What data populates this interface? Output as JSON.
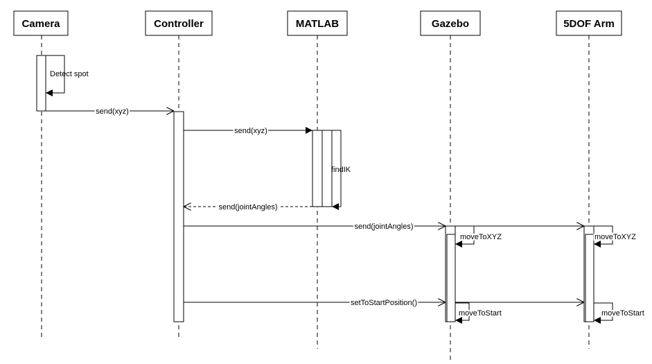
{
  "participants": [
    {
      "id": "camera",
      "label": "Camera"
    },
    {
      "id": "controller",
      "label": "Controller"
    },
    {
      "id": "matlab",
      "label": "MATLAB"
    },
    {
      "id": "gazebo",
      "label": "Gazebo"
    },
    {
      "id": "arm",
      "label": "5DOF Arm"
    }
  ],
  "messages": [
    {
      "id": "detect",
      "from": "camera",
      "to": "camera",
      "label": "Detect spot",
      "kind": "self"
    },
    {
      "id": "send-xyz-1",
      "from": "camera",
      "to": "controller",
      "label": "send(xyz)",
      "kind": "async"
    },
    {
      "id": "send-xyz-2",
      "from": "controller",
      "to": "matlab",
      "label": "send(xyz)",
      "kind": "sync"
    },
    {
      "id": "findik",
      "from": "matlab",
      "to": "matlab",
      "label": "findIK",
      "kind": "self"
    },
    {
      "id": "send-joint-1",
      "from": "matlab",
      "to": "controller",
      "label": "send(jointAngles)",
      "kind": "return"
    },
    {
      "id": "send-joint-2",
      "from": "controller",
      "to": "arm",
      "label": "send(jointAngles)",
      "kind": "async"
    },
    {
      "id": "move-xyz-gazebo",
      "from": "gazebo",
      "to": "gazebo",
      "label": "moveToXYZ",
      "kind": "self"
    },
    {
      "id": "move-xyz-arm",
      "from": "arm",
      "to": "arm",
      "label": "moveToXYZ",
      "kind": "self"
    },
    {
      "id": "set-start",
      "from": "controller",
      "to": "arm",
      "label": "setToStartPosition()",
      "kind": "async"
    },
    {
      "id": "move-start-gazebo",
      "from": "gazebo",
      "to": "gazebo",
      "label": "moveToStart",
      "kind": "self"
    },
    {
      "id": "move-start-arm",
      "from": "arm",
      "to": "arm",
      "label": "moveToStart",
      "kind": "self"
    }
  ]
}
